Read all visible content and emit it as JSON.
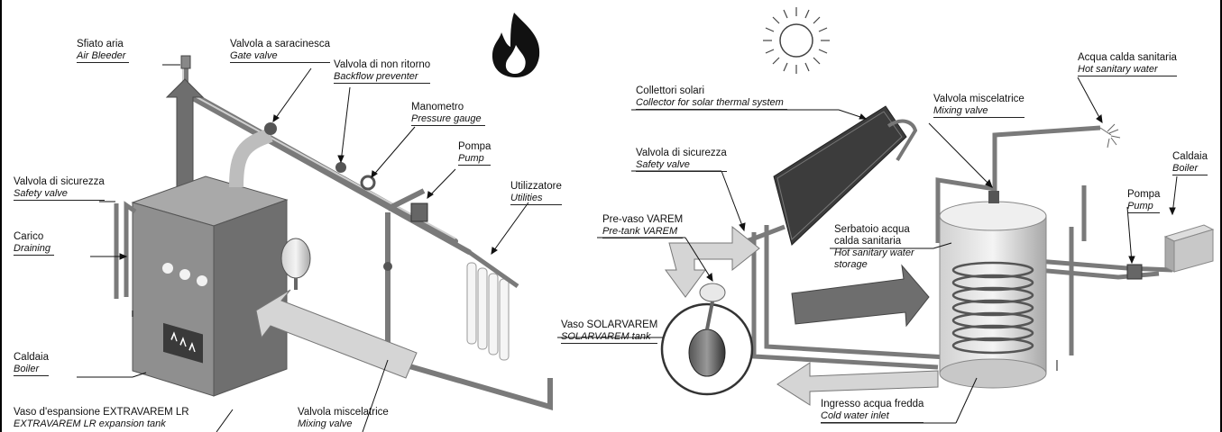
{
  "left_diagram": {
    "air_bleeder": {
      "it": "Sfiato aria",
      "en": "Air Bleeder"
    },
    "gate_valve": {
      "it": "Valvola a saracinesca",
      "en": "Gate valve"
    },
    "backflow": {
      "it": "Valvola di non ritorno",
      "en": "Backflow preventer"
    },
    "pressure_gauge": {
      "it": "Manometro",
      "en": "Pressure gauge"
    },
    "pump": {
      "it": "Pompa",
      "en": "Pump"
    },
    "utilities": {
      "it": "Utilizzatore",
      "en": "Utilities"
    },
    "safety_valve": {
      "it": "Valvola di sicurezza",
      "en": "Safety valve"
    },
    "draining": {
      "it": "Carico",
      "en": "Draining"
    },
    "boiler": {
      "it": "Caldaia",
      "en": "Boiler"
    },
    "expansion_tank": {
      "it": "Vaso d'espansione EXTRAVAREM LR",
      "en": "EXTRAVAREM LR expansion tank"
    },
    "mixing_valve": {
      "it": "Valvola miscelatrice",
      "en": "Mixing valve"
    }
  },
  "right_diagram": {
    "collectors": {
      "it": "Collettori solari",
      "en": "Collector for solar thermal system"
    },
    "safety_valve": {
      "it": "Valvola di sicurezza",
      "en": "Safety valve"
    },
    "pre_tank": {
      "it": "Pre-vaso VAREM",
      "en": "Pre-tank VAREM"
    },
    "solarvarem": {
      "it": "Vaso SOLARVAREM",
      "en": "SOLARVAREM tank"
    },
    "mixing_valve": {
      "it": "Valvola miscelatrice",
      "en": "Mixing valve"
    },
    "hot_water": {
      "it": "Acqua calda sanitaria",
      "en": "Hot sanitary water"
    },
    "boiler": {
      "it": "Caldaia",
      "en": "Boiler"
    },
    "pump": {
      "it": "Pompa",
      "en": "Pump"
    },
    "storage": {
      "it1": "Serbatoio acqua",
      "it2": "calda sanitaria",
      "en1": "Hot sanitary water",
      "en2": "storage"
    },
    "cold_inlet": {
      "it": "Ingresso acqua fredda",
      "en": "Cold water inlet"
    }
  },
  "colors": {
    "pipe": "#7a7a7a",
    "pipe_light": "#bdbdbd",
    "boiler": "#8c8c8c",
    "arrow_dark": "#6e6e6e",
    "arrow_light": "#d2d2d2",
    "panel": "#3c3c3c"
  },
  "icons": [
    "flame-icon",
    "sun-icon"
  ]
}
